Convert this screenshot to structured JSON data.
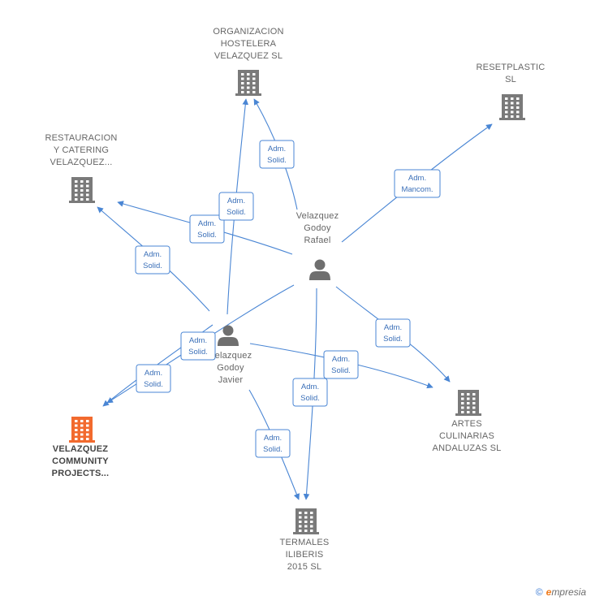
{
  "nodes": [
    {
      "id": "org",
      "type": "company",
      "lines": [
        "ORGANIZACION",
        "HOSTELERA",
        "VELAZQUEZ SL"
      ],
      "focus": false
    },
    {
      "id": "reset",
      "type": "company",
      "lines": [
        "RESETPLASTIC",
        "SL"
      ],
      "focus": false
    },
    {
      "id": "rest",
      "type": "company",
      "lines": [
        "RESTAURACION",
        "Y CATERING",
        "VELAZQUEZ..."
      ],
      "focus": false
    },
    {
      "id": "rafael",
      "type": "person",
      "lines": [
        "Velazquez",
        "Godoy",
        "Rafael"
      ],
      "focus": false
    },
    {
      "id": "javier",
      "type": "person",
      "lines": [
        "Velazquez",
        "Godoy",
        "Javier"
      ],
      "focus": false
    },
    {
      "id": "vcp",
      "type": "company",
      "lines": [
        "VELAZQUEZ",
        "COMMUNITY",
        "PROJECTS..."
      ],
      "focus": true
    },
    {
      "id": "artes",
      "type": "company",
      "lines": [
        "ARTES",
        "CULINARIAS",
        "ANDALUZAS SL"
      ],
      "focus": false
    },
    {
      "id": "termales",
      "type": "company",
      "lines": [
        "TERMALES",
        "ILIBERIS",
        "2015  SL"
      ],
      "focus": false
    }
  ],
  "edges": [
    {
      "from": "rafael",
      "to": "org",
      "label": [
        "Adm.",
        "Solid."
      ]
    },
    {
      "from": "rafael",
      "to": "reset",
      "label": [
        "Adm.",
        "Mancom."
      ]
    },
    {
      "from": "rafael",
      "to": "rest",
      "label": [
        "Adm.",
        "Solid."
      ]
    },
    {
      "from": "javier",
      "to": "org",
      "label": [
        "Adm.",
        "Solid."
      ]
    },
    {
      "from": "javier",
      "to": "rest",
      "label": [
        "Adm.",
        "Solid."
      ]
    },
    {
      "from": "rafael",
      "to": "vcp",
      "label": [
        "Adm.",
        "Solid."
      ]
    },
    {
      "from": "javier",
      "to": "vcp",
      "label": [
        "Adm.",
        "Solid."
      ]
    },
    {
      "from": "rafael",
      "to": "artes",
      "label": [
        "Adm.",
        "Solid."
      ]
    },
    {
      "from": "javier",
      "to": "artes",
      "label": [
        "Adm.",
        "Solid."
      ]
    },
    {
      "from": "rafael",
      "to": "termales",
      "label": [
        "Adm.",
        "Solid."
      ]
    },
    {
      "from": "javier",
      "to": "termales",
      "label": [
        "Adm.",
        "Solid."
      ]
    }
  ],
  "colors": {
    "edge": "#4a86d4",
    "company": "#7a7a7a",
    "focus": "#f26a2e",
    "person": "#6f6f6f"
  },
  "footer": {
    "copyright": "©",
    "brand_e": "e",
    "brand_rest": "mpresia"
  }
}
